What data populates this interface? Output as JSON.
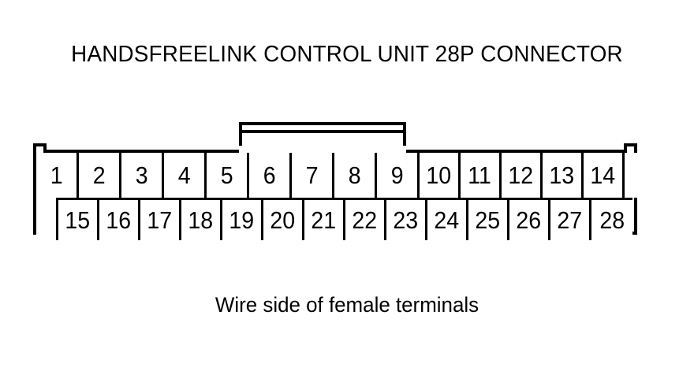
{
  "diagram": {
    "title": "HANDSFREELINK CONTROL UNIT 28P CONNECTOR",
    "caption": "Wire side of female terminals",
    "connector": {
      "pin_count": 28,
      "rows": 2,
      "colors": {
        "line": "#000000",
        "background": "#ffffff"
      },
      "top_row": {
        "pins": [
          "1",
          "2",
          "3",
          "4",
          "5",
          "6",
          "7",
          "8",
          "9",
          "10",
          "11",
          "12",
          "13",
          "14"
        ],
        "trailing_blank": ""
      },
      "bottom_row": {
        "leading_blank": "",
        "pins": [
          "15",
          "16",
          "17",
          "18",
          "19",
          "20",
          "21",
          "22",
          "23",
          "24",
          "25",
          "26",
          "27",
          "28"
        ]
      }
    }
  }
}
